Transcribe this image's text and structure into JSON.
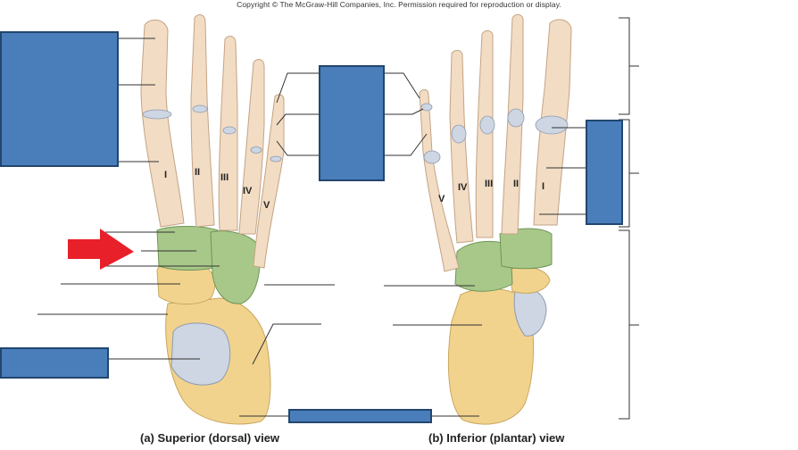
{
  "copyright": "Copyright © The McGraw-Hill Companies, Inc. Permission required for reproduction or display.",
  "captions": {
    "superior": "(a) Superior (dorsal) view",
    "inferior": "(b) Inferior (plantar) view"
  },
  "digit_labels": {
    "superior": [
      "I",
      "II",
      "III",
      "IV",
      "V"
    ],
    "inferior": [
      "V",
      "IV",
      "III",
      "II",
      "I"
    ]
  },
  "colors": {
    "answer_box": "#4a7ebb",
    "answer_box_border": "#22466e",
    "highlight_arrow": "#e8202a",
    "phalanges_metatarsals": "#f2dcc4",
    "tarsals_distal": "#a8c88a",
    "tarsals_proximal": "#f2d38e",
    "talus_articular": "#cdd6e2",
    "leader_line": "#333333"
  },
  "answer_boxes": [
    {
      "id": "phalanges-box"
    },
    {
      "id": "middle-label-box"
    },
    {
      "id": "metatarsal-box"
    },
    {
      "id": "talus-box"
    },
    {
      "id": "calcaneus-box"
    }
  ]
}
